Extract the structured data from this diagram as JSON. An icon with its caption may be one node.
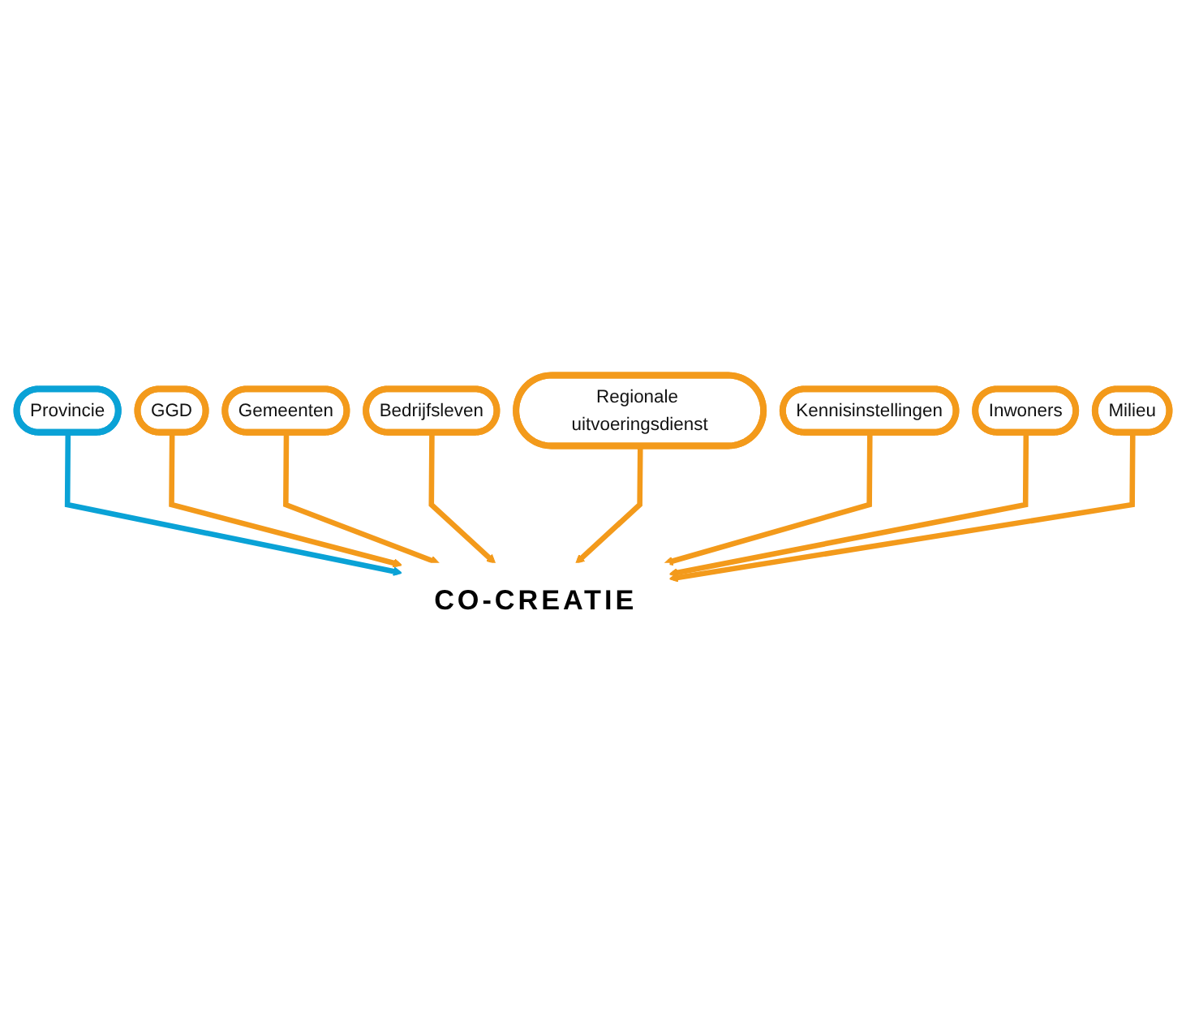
{
  "diagram": {
    "nodes": [
      {
        "text": [
          "Provincie"
        ]
      },
      {
        "text": [
          "GGD"
        ]
      },
      {
        "text": [
          "Gemeenten"
        ]
      },
      {
        "text": [
          "CO-CREATIE"
        ]
      },
      {
        "text": [
          "Bedrijfsleven"
        ]
      },
      {
        "text": [
          "Regionale uitvoeringsdienst"
        ]
      },
      {
        "text": [
          "Kennisinstellingen"
        ]
      },
      {
        "text": [
          "Inwoners"
        ]
      },
      {
        "text": [
          "Milieu"
        ]
      }
    ],
    "edges": [
      {
        "from": 0,
        "to": 3,
        "arrow": "to",
        "color": "#0aa2d6"
      },
      {
        "from": 1,
        "to": 3,
        "arrow": "to"
      },
      {
        "from": 2,
        "to": 3,
        "arrow": "to"
      },
      {
        "from": 4,
        "to": 3,
        "arrow": "to"
      },
      {
        "from": 5,
        "to": 3,
        "arrow": "to"
      },
      {
        "from": 6,
        "to": 3,
        "arrow": "to"
      },
      {
        "from": 7,
        "to": 3,
        "arrow": "to"
      },
      {
        "from": 8,
        "to": 3,
        "arrow": "to"
      }
    ]
  }
}
